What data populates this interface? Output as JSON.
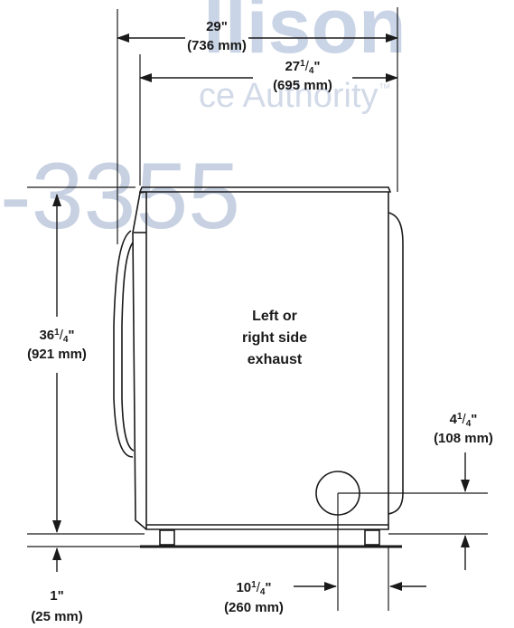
{
  "watermark": {
    "line1": "llison",
    "line2": "ce Authority",
    "line2_mark": "™",
    "line3": "-3355",
    "color": "#c9d4e6"
  },
  "dimensions": {
    "overall_depth": {
      "value": "29\"",
      "metric": "(736 mm)"
    },
    "cabinet_depth": {
      "whole": "27",
      "frac_num": "1",
      "frac_den": "4",
      "inch": "\"",
      "metric": "(695 mm)"
    },
    "height": {
      "whole": "36",
      "frac_num": "1",
      "frac_den": "4",
      "inch": "\"",
      "metric": "(921 mm)"
    },
    "vent_height": {
      "whole": "4",
      "frac_num": "1",
      "frac_den": "4",
      "inch": "\"",
      "metric": "(108 mm)"
    },
    "vent_offset": {
      "whole": "10",
      "frac_num": "1",
      "frac_den": "4",
      "inch": "\"",
      "metric": "(260 mm)"
    },
    "floor_clearance": {
      "value": "1\"",
      "metric": "(25 mm)"
    }
  },
  "exhaust_label": [
    "Left or",
    "right side",
    "exhaust"
  ],
  "colors": {
    "line": "#1a1a1a",
    "background": "#ffffff"
  }
}
